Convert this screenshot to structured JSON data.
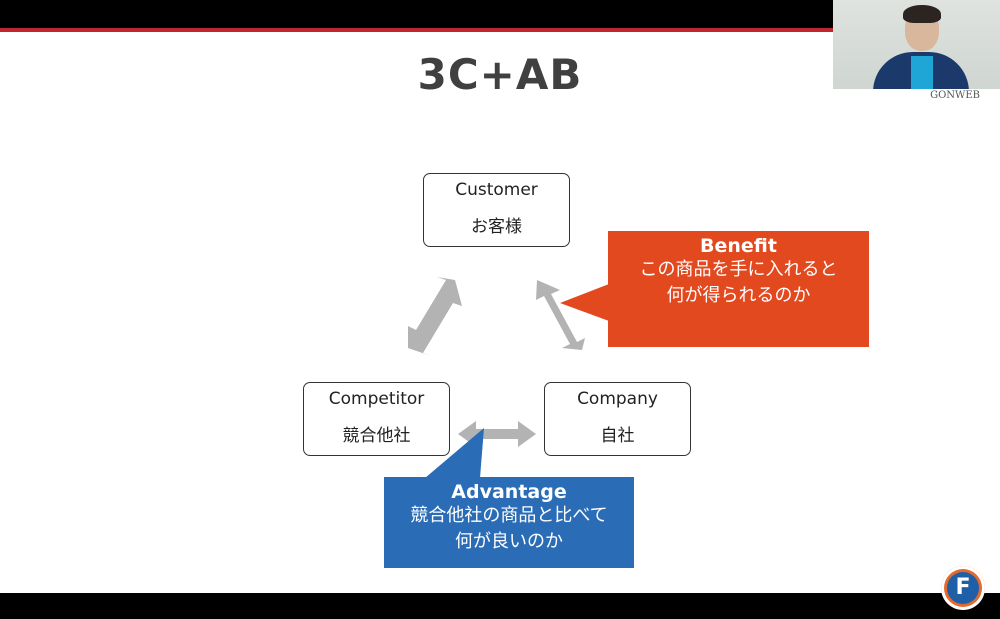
{
  "slide": {
    "title": "3C+AB",
    "customer": {
      "en": "Customer",
      "jp": "お客様"
    },
    "competitor": {
      "en": "Competitor",
      "jp": "競合他社"
    },
    "company": {
      "en": "Company",
      "jp": "自社"
    },
    "benefit": {
      "head": "Benefit",
      "line1": "この商品を手に入れると",
      "line2": "何が得られるのか"
    },
    "advantage": {
      "head": "Advantage",
      "line1": "競合他社の商品と比べて",
      "line2": "何が良いのか"
    }
  },
  "webcam": {
    "brand": "GONWEB"
  },
  "logo": {
    "letter": "F"
  },
  "colors": {
    "benefit": "#e2491f",
    "advantage": "#2a6cb6",
    "arrow": "#b3b3b3",
    "accent_line": "#c0262d"
  }
}
